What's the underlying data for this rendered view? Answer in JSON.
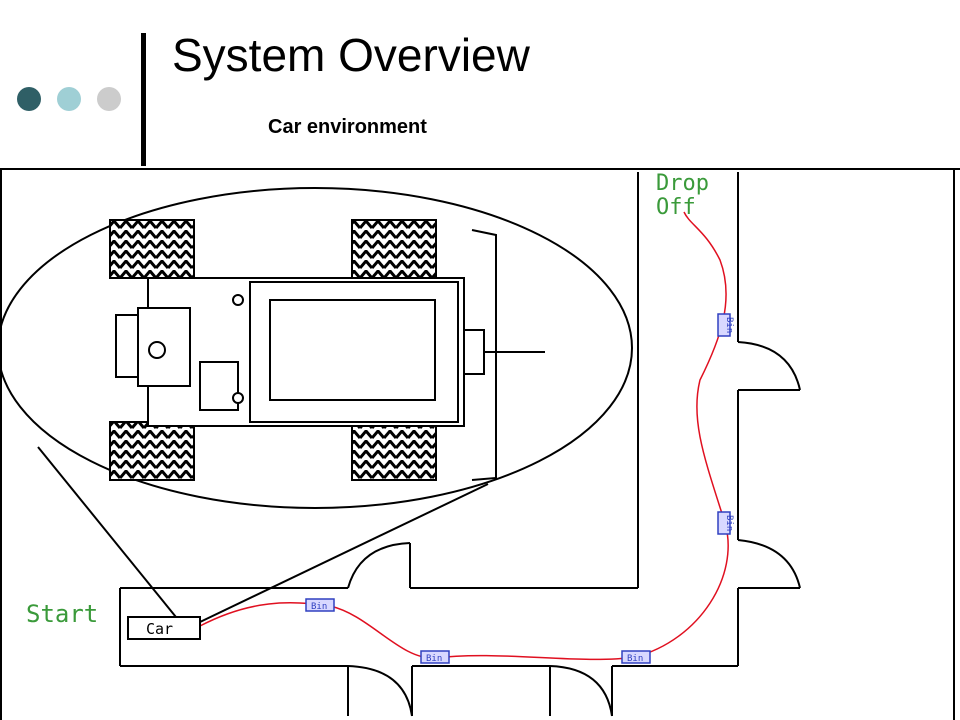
{
  "header": {
    "title": "System Overview",
    "subtitle": "Car environment",
    "dot_colors": [
      "#2f5f66",
      "#9fcfd5",
      "#cccccc"
    ]
  },
  "diagram": {
    "start_label": "Start",
    "car_label": "Car",
    "drop_off_label_line1": "Drop",
    "drop_off_label_line2": "Off",
    "bin_label": "Bin",
    "label_color": "#3a9a3a",
    "path_color": "#e01020",
    "bin_color": "#3040c0"
  }
}
